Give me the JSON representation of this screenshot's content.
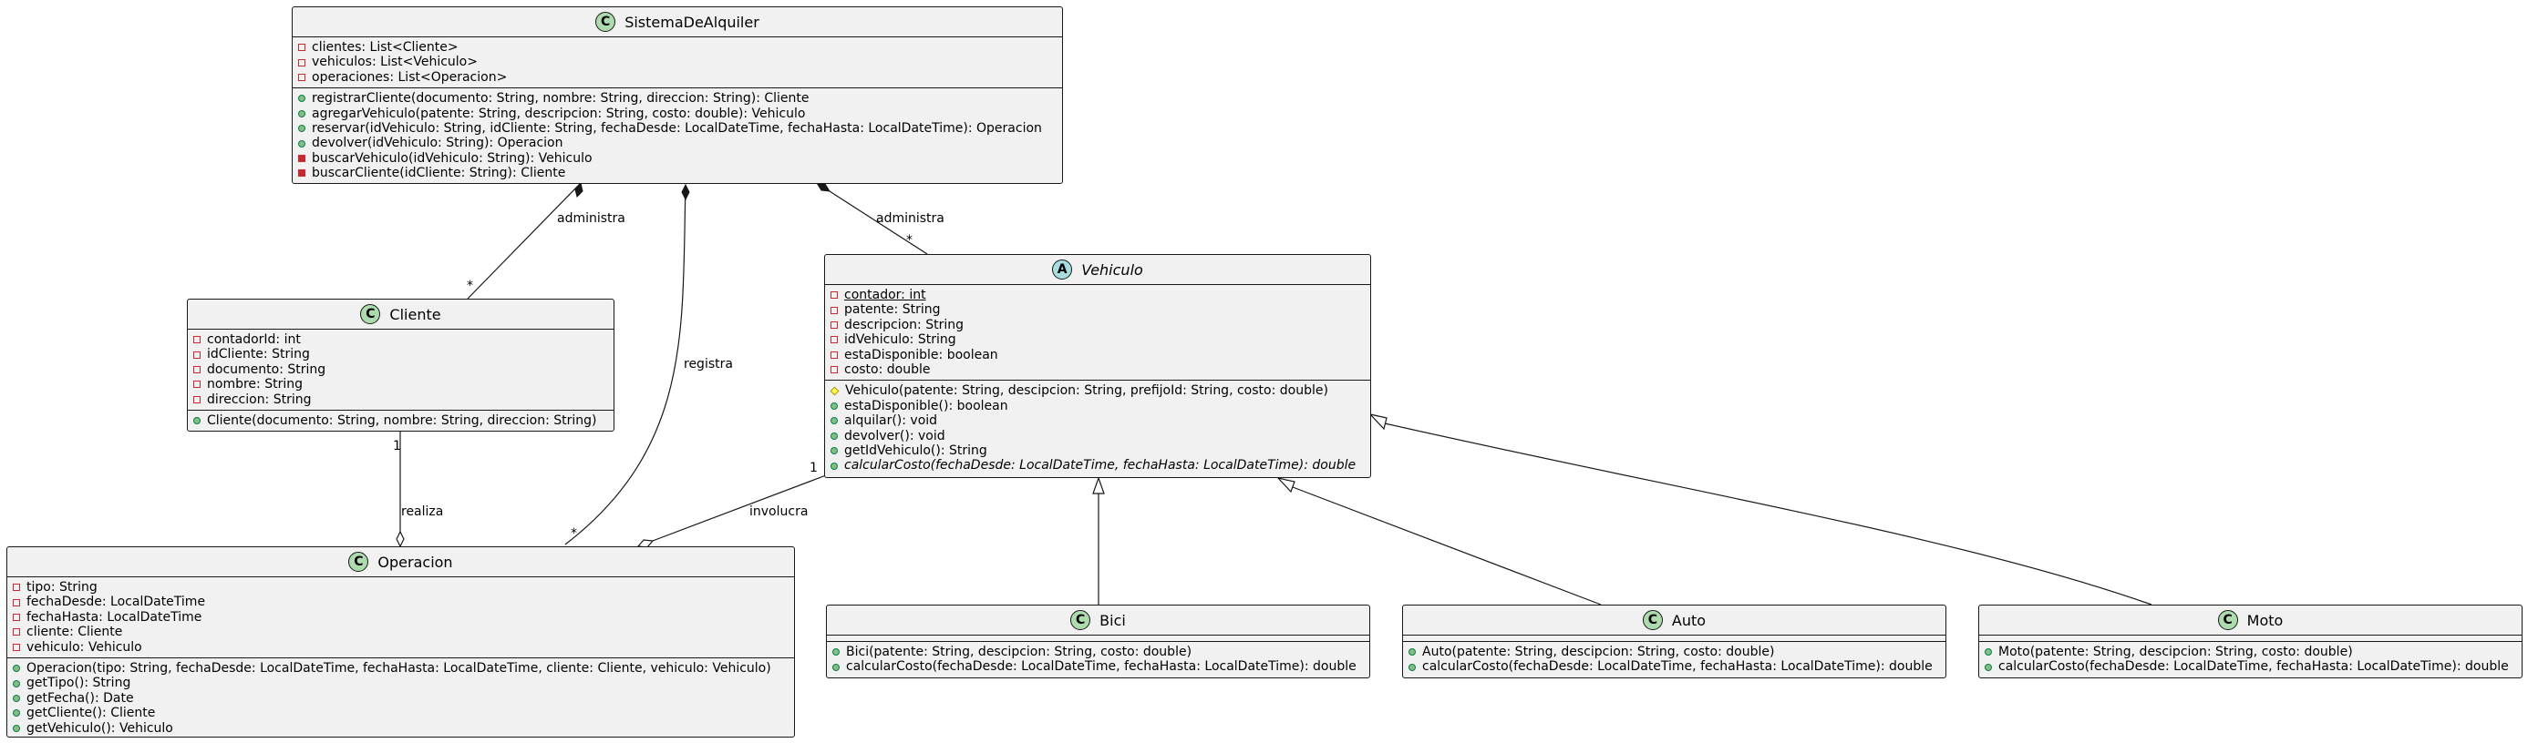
{
  "classes": {
    "sistema": {
      "name": "SistemaDeAlquiler",
      "stereo": "C",
      "fields": [
        {
          "vis": "private",
          "text": "clientes: List<Cliente>"
        },
        {
          "vis": "private",
          "text": "vehiculos: List<Vehiculo>"
        },
        {
          "vis": "private",
          "text": "operaciones: List<Operacion>"
        }
      ],
      "methods": [
        {
          "vis": "public",
          "text": "registrarCliente(documento: String, nombre: String, direccion: String): Cliente"
        },
        {
          "vis": "public",
          "text": "agregarVehiculo(patente: String, descripcion: String, costo: double): Vehiculo"
        },
        {
          "vis": "public",
          "text": "reservar(idVehiculo: String, idCliente: String, fechaDesde: LocalDateTime, fechaHasta: LocalDateTime): Operacion"
        },
        {
          "vis": "public",
          "text": "devolver(idVehiculo: String): Operacion"
        },
        {
          "vis": "private",
          "text": "buscarVehiculo(idVehiculo: String): Vehiculo"
        },
        {
          "vis": "private",
          "text": "buscarCliente(idCliente: String): Cliente"
        }
      ]
    },
    "cliente": {
      "name": "Cliente",
      "stereo": "C",
      "fields": [
        {
          "vis": "private",
          "text": "contadorId: int"
        },
        {
          "vis": "private",
          "text": "idCliente: String"
        },
        {
          "vis": "private",
          "text": "documento: String"
        },
        {
          "vis": "private",
          "text": "nombre: String"
        },
        {
          "vis": "private",
          "text": "direccion: String"
        }
      ],
      "methods": [
        {
          "vis": "public",
          "text": "Cliente(documento: String, nombre: String, direccion: String)"
        }
      ]
    },
    "vehiculo": {
      "name": "Vehiculo",
      "stereo": "A",
      "fields": [
        {
          "vis": "private",
          "text": "contador: int",
          "underline": true
        },
        {
          "vis": "private",
          "text": "patente: String"
        },
        {
          "vis": "private",
          "text": "descripcion: String"
        },
        {
          "vis": "private",
          "text": "idVehiculo: String"
        },
        {
          "vis": "private",
          "text": "estaDisponible: boolean"
        },
        {
          "vis": "private",
          "text": "costo: double"
        }
      ],
      "methods": [
        {
          "vis": "protected",
          "text": "Vehiculo(patente: String, descipcion: String, prefijoId: String, costo: double)"
        },
        {
          "vis": "public",
          "text": "estaDisponible(): boolean"
        },
        {
          "vis": "public",
          "text": "alquilar(): void"
        },
        {
          "vis": "public",
          "text": "devolver(): void"
        },
        {
          "vis": "public",
          "text": "getIdVehiculo(): String"
        },
        {
          "vis": "public",
          "text": "calcularCosto(fechaDesde: LocalDateTime, fechaHasta: LocalDateTime): double",
          "italic": true
        }
      ]
    },
    "operacion": {
      "name": "Operacion",
      "stereo": "C",
      "fields": [
        {
          "vis": "private",
          "text": "tipo: String"
        },
        {
          "vis": "private",
          "text": "fechaDesde: LocalDateTime"
        },
        {
          "vis": "private",
          "text": "fechaHasta: LocalDateTime"
        },
        {
          "vis": "private",
          "text": "cliente: Cliente"
        },
        {
          "vis": "private",
          "text": "vehiculo: Vehiculo"
        }
      ],
      "methods": [
        {
          "vis": "public",
          "text": "Operacion(tipo: String, fechaDesde: LocalDateTime, fechaHasta: LocalDateTime, cliente: Cliente, vehiculo: Vehiculo)"
        },
        {
          "vis": "public",
          "text": "getTipo(): String"
        },
        {
          "vis": "public",
          "text": "getFecha(): Date"
        },
        {
          "vis": "public",
          "text": "getCliente(): Cliente"
        },
        {
          "vis": "public",
          "text": "getVehiculo(): Vehiculo"
        }
      ]
    },
    "bici": {
      "name": "Bici",
      "stereo": "C",
      "fields": [],
      "methods": [
        {
          "vis": "public",
          "text": "Bici(patente: String, descipcion: String, costo: double)"
        },
        {
          "vis": "public",
          "text": "calcularCosto(fechaDesde: LocalDateTime, fechaHasta: LocalDateTime): double"
        }
      ]
    },
    "auto": {
      "name": "Auto",
      "stereo": "C",
      "fields": [],
      "methods": [
        {
          "vis": "public",
          "text": "Auto(patente: String, descipcion: String, costo: double)"
        },
        {
          "vis": "public",
          "text": "calcularCosto(fechaDesde: LocalDateTime, fechaHasta: LocalDateTime): double"
        }
      ]
    },
    "moto": {
      "name": "Moto",
      "stereo": "C",
      "fields": [],
      "methods": [
        {
          "vis": "public",
          "text": "Moto(patente: String, descipcion: String, costo: double)"
        },
        {
          "vis": "public",
          "text": "calcularCosto(fechaDesde: LocalDateTime, fechaHasta: LocalDateTime): double"
        }
      ]
    }
  },
  "relations": {
    "sistema_cliente": {
      "label": "administra",
      "mult_target": "*"
    },
    "sistema_vehiculo": {
      "label": "administra",
      "mult_target": "*"
    },
    "sistema_operacion": {
      "label": "registra",
      "mult_target": "*"
    },
    "cliente_operacion": {
      "label": "realiza",
      "mult_source": "1"
    },
    "vehiculo_operacion": {
      "label": "involucra",
      "mult_source": "1"
    }
  }
}
